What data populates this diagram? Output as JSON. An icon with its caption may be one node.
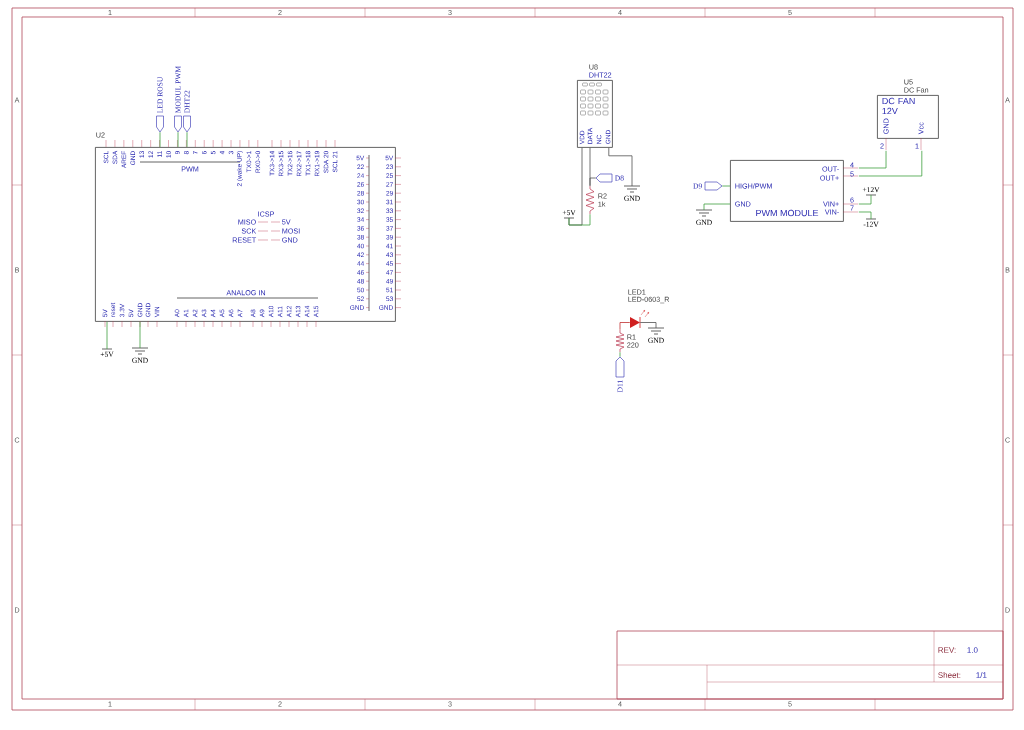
{
  "diagram": {
    "nodes": [
      {
        "text": [
          "U2"
        ]
      },
      {
        "text": [
          "LED ROSU"
        ]
      },
      {
        "text": [
          "MODUL PWM"
        ]
      },
      {
        "text": [
          "DHT22"
        ]
      },
      {
        "text": [
          "+5V"
        ]
      },
      {
        "text": [
          "GND"
        ]
      },
      {
        "text": [
          "U8",
          "DHT22"
        ]
      },
      {
        "text": [
          "D8"
        ]
      },
      {
        "text": [
          "R2",
          "1k"
        ]
      },
      {
        "text": [
          "+5V"
        ]
      },
      {
        "text": [
          "GND"
        ]
      },
      {
        "text": [
          "U5",
          "DC Fan",
          "DC FAN 12V"
        ]
      },
      {
        "text": [
          "PWM MODULE"
        ]
      },
      {
        "text": [
          "D9"
        ]
      },
      {
        "text": [
          "GND"
        ]
      },
      {
        "text": [
          "+12V"
        ]
      },
      {
        "text": [
          "-12V"
        ]
      },
      {
        "text": [
          "LED1",
          "LED-0603_R"
        ]
      },
      {
        "text": [
          "GND"
        ]
      },
      {
        "text": [
          "R1",
          "220"
        ]
      },
      {
        "text": [
          "D11"
        ]
      }
    ],
    "edges": [
      {
        "from": 1,
        "to": 0,
        "arrow": "none"
      },
      {
        "from": 2,
        "to": 0,
        "arrow": "none"
      },
      {
        "from": 3,
        "to": 0,
        "arrow": "none"
      },
      {
        "from": 0,
        "to": 4,
        "arrow": "none"
      },
      {
        "from": 0,
        "to": 5,
        "arrow": "none"
      },
      {
        "from": 6,
        "to": 9,
        "arrow": "none",
        "color": "#505050"
      },
      {
        "from": 6,
        "to": 8,
        "arrow": "none",
        "color": "#505050"
      },
      {
        "from": 7,
        "to": 8,
        "arrow": "none",
        "color": "#505050"
      },
      {
        "from": 8,
        "to": 9,
        "arrow": "none"
      },
      {
        "from": 6,
        "to": 10,
        "arrow": "none",
        "color": "#505050"
      },
      {
        "from": 11,
        "to": 12,
        "arrow": "none"
      },
      {
        "from": 11,
        "to": 12,
        "arrow": "none"
      },
      {
        "from": 13,
        "to": 12,
        "arrow": "none"
      },
      {
        "from": 12,
        "to": 14,
        "arrow": "none"
      },
      {
        "from": 12,
        "to": 15,
        "arrow": "none"
      },
      {
        "from": 12,
        "to": 16,
        "arrow": "none"
      },
      {
        "from": 17,
        "to": 19,
        "arrow": "none",
        "color": "#c03030"
      },
      {
        "from": 17,
        "to": 18,
        "arrow": "none",
        "color": "#505050"
      },
      {
        "from": 20,
        "to": 19,
        "arrow": "none"
      }
    ],
    "labels": [
      "1",
      "2",
      "3",
      "4",
      "5",
      "A",
      "B",
      "C",
      "D",
      "A",
      "B",
      "C",
      "D",
      "1",
      "2",
      "3",
      "4",
      "5",
      "SCL",
      "SDA",
      "AREF",
      "GND",
      "13",
      "12",
      "11",
      "10",
      "9",
      "8",
      "7",
      "6",
      "5",
      "4",
      "3",
      "2 (wake UP)",
      "TX0->1",
      "RX0->0",
      "TX3->14",
      "RX3->15",
      "TX2->16",
      "RX2->17",
      "TX1->18",
      "RX1->19",
      "SDA 20",
      "SCL 21",
      "PWM",
      "ICSP",
      "MISO",
      "5V",
      "SCK",
      "MOSI",
      "RESET",
      "GND",
      "5V",
      "5V",
      "22",
      "23",
      "24",
      "25",
      "26",
      "27",
      "28",
      "29",
      "30",
      "31",
      "32",
      "33",
      "34",
      "35",
      "36",
      "37",
      "38",
      "39",
      "40",
      "41",
      "42",
      "43",
      "44",
      "45",
      "46",
      "47",
      "48",
      "49",
      "50",
      "51",
      "52",
      "53",
      "GND",
      "GND",
      "ANALOG IN",
      "5V",
      "reset",
      "3.3V",
      "5V",
      "GND",
      "GND",
      "VIN",
      "A0",
      "A1",
      "A2",
      "A3",
      "A4",
      "A5",
      "A6",
      "A7",
      "A8",
      "A9",
      "A10",
      "A11",
      "A12",
      "A13",
      "A14",
      "A15",
      "VDD",
      "DATA",
      "NC",
      "GND",
      "GND",
      "Vcc",
      "2",
      "1",
      "OUT-",
      "4",
      "OUT+",
      "5",
      "HIGH/PWM",
      "GND",
      "VIN+",
      "6",
      "VIN-",
      "7",
      "REV:",
      "1.0",
      "Sheet:",
      "1/1"
    ]
  }
}
